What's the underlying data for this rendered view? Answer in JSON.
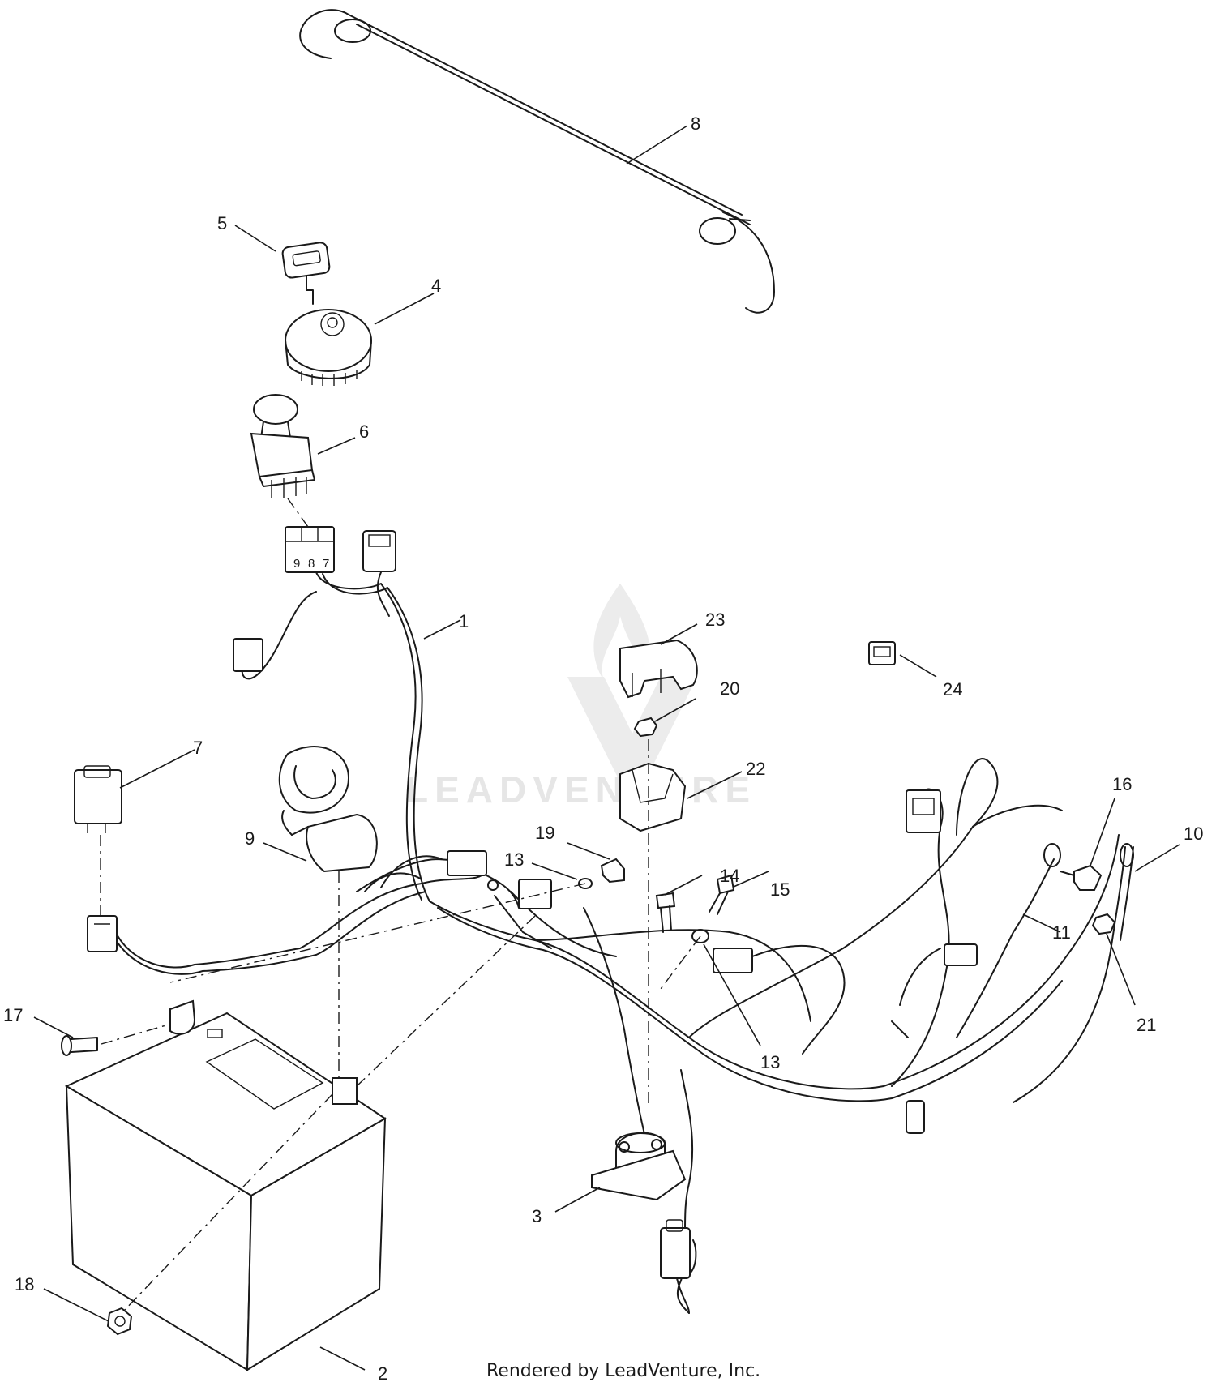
{
  "watermark": {
    "text": "LEADVENTURE"
  },
  "footer": {
    "text": "Rendered by LeadVenture, Inc."
  },
  "callouts": [
    {
      "id": "c8",
      "label": "8"
    },
    {
      "id": "c5",
      "label": "5"
    },
    {
      "id": "c4",
      "label": "4"
    },
    {
      "id": "c6",
      "label": "6"
    },
    {
      "id": "c1",
      "label": "1"
    },
    {
      "id": "c23",
      "label": "23"
    },
    {
      "id": "c24",
      "label": "24"
    },
    {
      "id": "c20",
      "label": "20"
    },
    {
      "id": "c7",
      "label": "7"
    },
    {
      "id": "c22",
      "label": "22"
    },
    {
      "id": "c16",
      "label": "16"
    },
    {
      "id": "c10",
      "label": "10"
    },
    {
      "id": "c9",
      "label": "9"
    },
    {
      "id": "c19",
      "label": "19"
    },
    {
      "id": "c13a",
      "label": "13"
    },
    {
      "id": "c14",
      "label": "14"
    },
    {
      "id": "c15",
      "label": "15"
    },
    {
      "id": "c11",
      "label": "11"
    },
    {
      "id": "c17",
      "label": "17"
    },
    {
      "id": "c21",
      "label": "21"
    },
    {
      "id": "c13b",
      "label": "13"
    },
    {
      "id": "c3",
      "label": "3"
    },
    {
      "id": "c18",
      "label": "18"
    },
    {
      "id": "c2",
      "label": "2"
    }
  ],
  "switch_terminals": {
    "t9": "9",
    "t8": "8",
    "t7": "7"
  }
}
